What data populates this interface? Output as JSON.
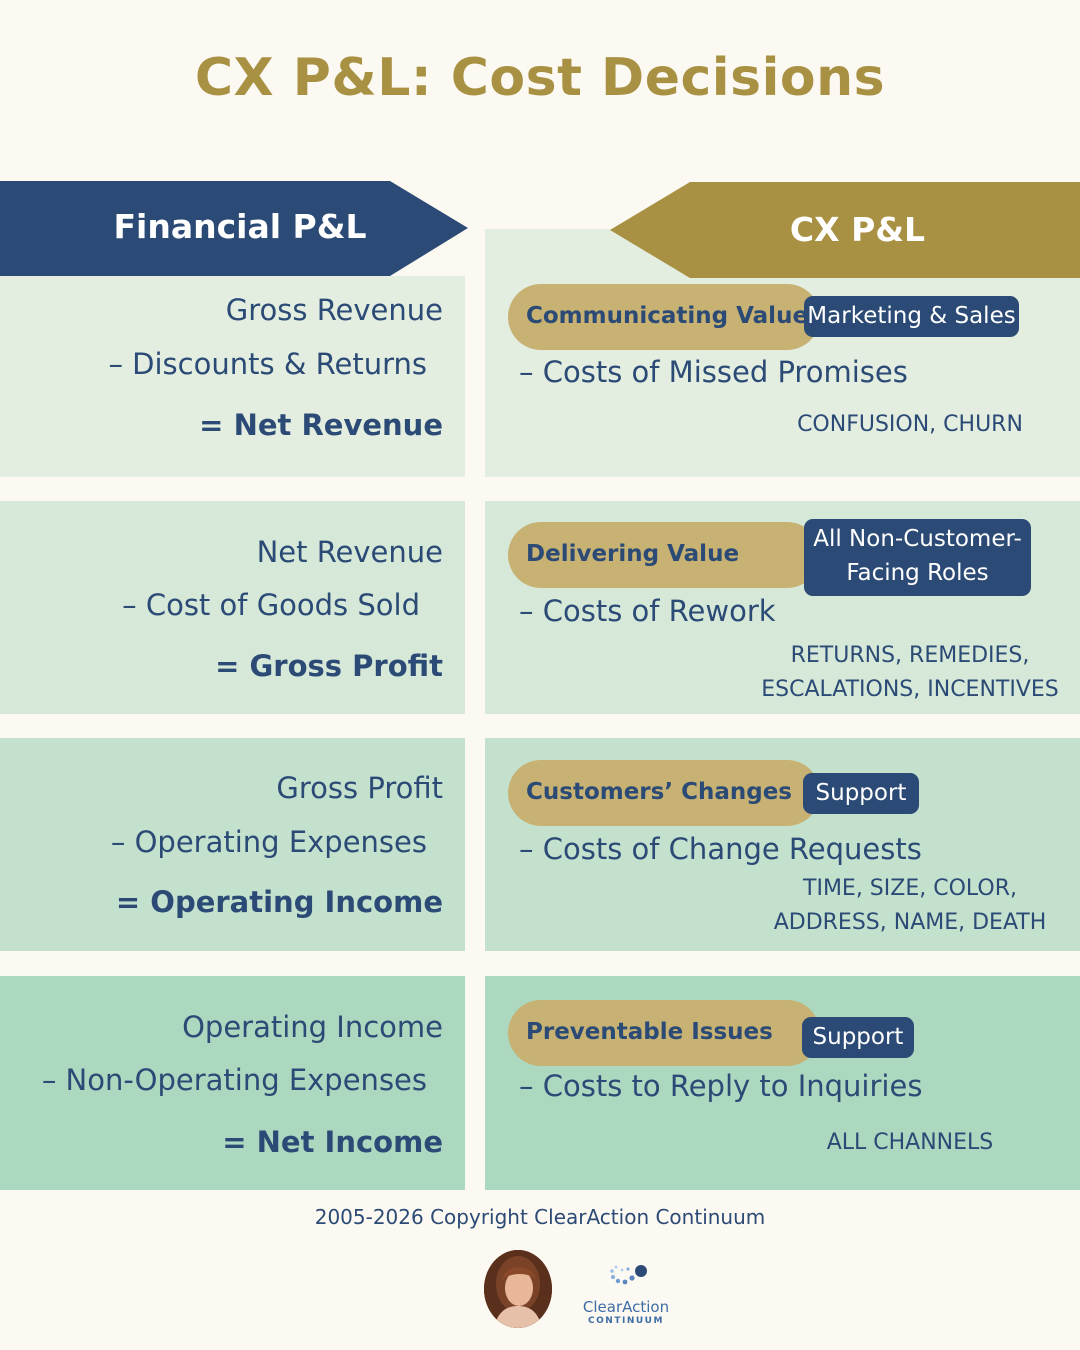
{
  "title": "CX P&L: Cost Decisions",
  "headers": {
    "financial": "Financial P&L",
    "cx": "CX P&L"
  },
  "rows": [
    {
      "bg": "#e3eee0",
      "financial": [
        "Gross Revenue",
        "– Discounts & Returns",
        "= Net Revenue"
      ],
      "cx_category": "Communicating Value",
      "cx_role": "Marketing & Sales",
      "cx_cost": "– Costs of Missed Promises",
      "cx_examples": [
        "CONFUSION, CHURN"
      ]
    },
    {
      "bg": "#d6e8d7",
      "financial": [
        "Net Revenue",
        "– Cost of Goods Sold",
        "= Gross Profit"
      ],
      "cx_category": "Delivering Value",
      "cx_role": "All Non-Customer-\nFacing Roles",
      "cx_role_lines": [
        "All Non-Customer-",
        "Facing Roles"
      ],
      "cx_cost": "– Costs of Rework",
      "cx_examples": [
        "RETURNS, REMEDIES,",
        "ESCALATIONS, INCENTIVES"
      ]
    },
    {
      "bg": "#c4e1ce",
      "financial": [
        "Gross Profit",
        "– Operating Expenses",
        "= Operating Income"
      ],
      "cx_category": "Customers’ Changes",
      "cx_role": "Support",
      "cx_cost": "– Costs of Change Requests",
      "cx_examples": [
        "TIME, SIZE, COLOR,",
        "ADDRESS, NAME, DEATH"
      ]
    },
    {
      "bg": "#acd8c0",
      "financial": [
        "Operating Income",
        "– Non-Operating Expenses",
        "= Net Income"
      ],
      "cx_category": "Preventable Issues",
      "cx_role": "Support",
      "cx_cost": "– Costs to Reply to Inquiries",
      "cx_examples": [
        "ALL CHANNELS"
      ]
    }
  ],
  "copyright": "2005-2026 Copyright ClearAction Continuum",
  "logo": {
    "name": "ClearAction",
    "sub": "CONTINUUM"
  },
  "colors": {
    "navy": "#2b4a75",
    "gold": "#a89143",
    "pill": "#c7b274",
    "background": "#fcf9f2"
  }
}
